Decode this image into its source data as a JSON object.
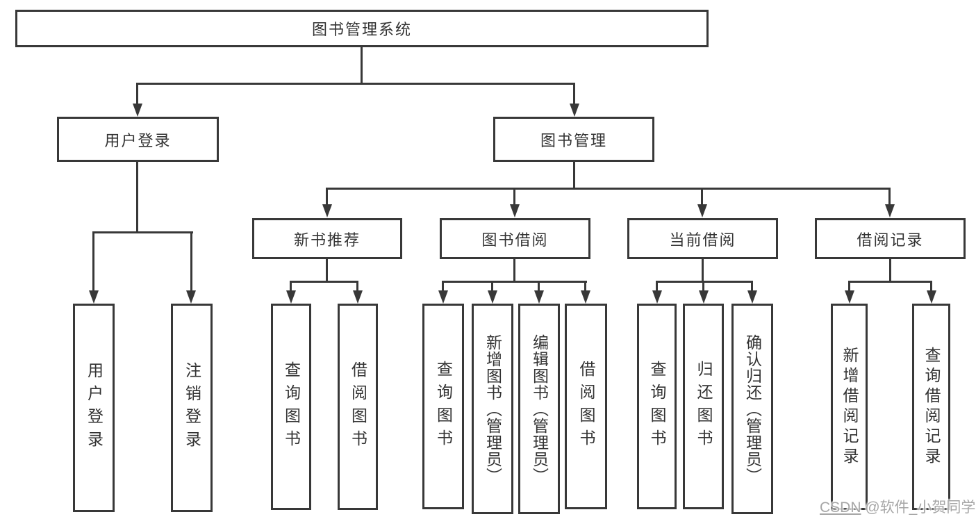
{
  "colors": {
    "background": "#ffffff",
    "line": "#383838",
    "box_border": "#383838",
    "text": "#333333",
    "watermark": "#a6a6a6"
  },
  "nodes": {
    "root": "图书管理系统",
    "user_login": "用户登录",
    "book_mgmt": "图书管理",
    "new_book_rec": "新书推荐",
    "book_borrow": "图书借阅",
    "current_borrow": "当前借阅",
    "borrow_record": "借阅记录",
    "leaf_user_login": "用户登录",
    "leaf_logout": "注销登录",
    "leaf_query_book_rec": "查询图书",
    "leaf_borrow_book_rec": "借阅图书",
    "leaf_query_book_borrow": "查询图书",
    "leaf_add_book_admin": "新增图书（管理员）",
    "leaf_edit_book_admin": "编辑图书（管理员）",
    "leaf_borrow_book_borrow": "借阅图书",
    "leaf_query_book_current": "查询图书",
    "leaf_return_book": "归还图书",
    "leaf_confirm_return_admin": "确认归还（管理员）",
    "leaf_add_borrow_record": "新增借阅记录",
    "leaf_query_borrow_record": "查询借阅记录"
  },
  "watermark": {
    "brand": "CSDN",
    "handle": "@软件_小贺同学"
  }
}
